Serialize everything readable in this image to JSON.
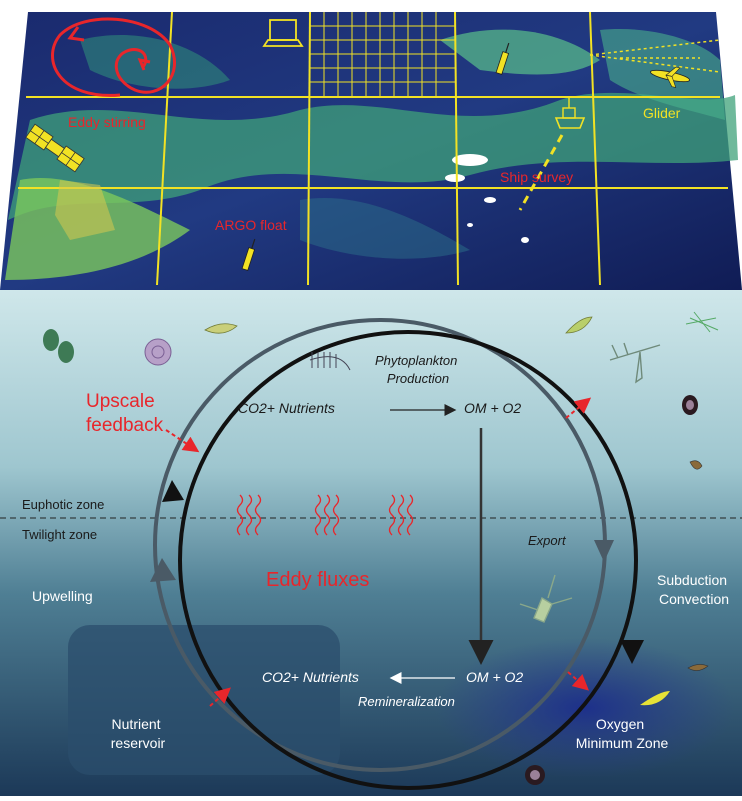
{
  "surface": {
    "labels": {
      "eddy_stirring": "Eddy stirring",
      "glider": "Glider",
      "ship_survey": "Ship survey",
      "argo_float": "ARGO float"
    },
    "icons": [
      "satellite-icon",
      "laptop-icon",
      "ship-icon",
      "glider-icon",
      "argo-float-icon"
    ]
  },
  "ocean": {
    "upscale_feedback": [
      "Upscale",
      "feedback"
    ],
    "phytoplankton_production": [
      "Phytoplankton",
      "Production"
    ],
    "reaction_top": {
      "left": "CO2+ Nutrients",
      "right": "OM + O2"
    },
    "euphotic_zone": "Euphotic zone",
    "twilight_zone": "Twilight zone",
    "export": "Export",
    "eddy_fluxes": "Eddy fluxes",
    "upwelling": "Upwelling",
    "subduction_convection": [
      "Subduction",
      "Convection"
    ],
    "reaction_bottom": {
      "left": "CO2+ Nutrients",
      "right": "OM + O2"
    },
    "remineralization": "Remineralization",
    "nutrient_reservoir": [
      "Nutrient",
      "reservoir"
    ],
    "oxygen_minimum_zone": [
      "Oxygen",
      "Minimum Zone"
    ]
  },
  "colors": {
    "label_red": "#e8262b",
    "label_yellow": "#f2e224",
    "grid_yellow": "#f2e224",
    "ocean_top": "#c9e4e8",
    "ocean_bottom": "#1c3958"
  }
}
